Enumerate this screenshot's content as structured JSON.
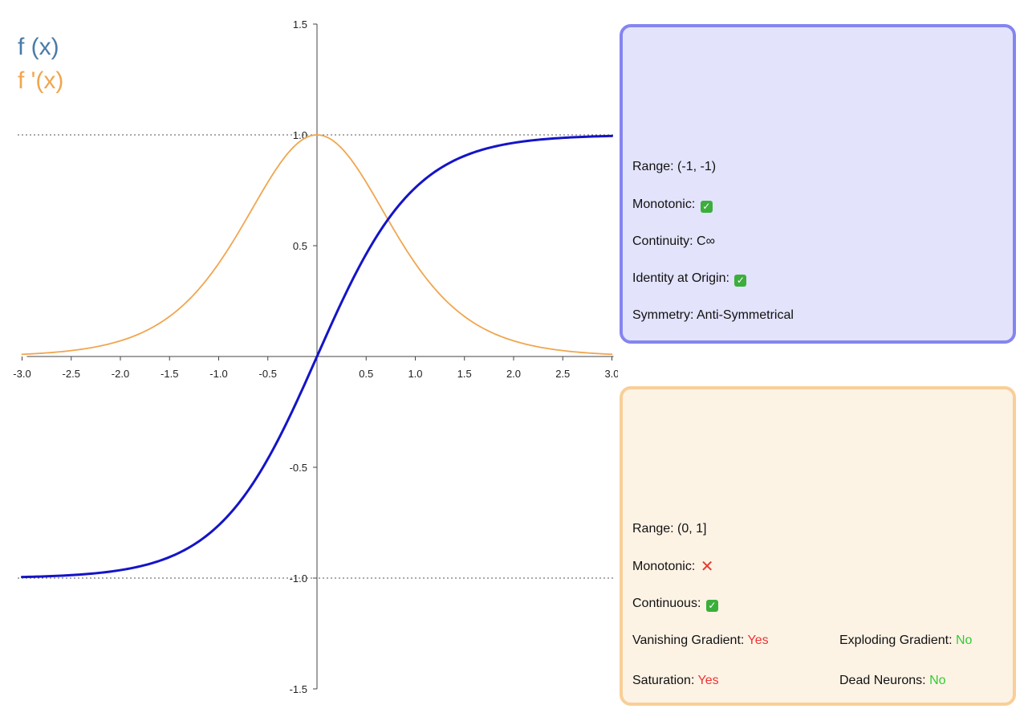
{
  "legend": {
    "f_label": "f (x)",
    "fprime_label": "f '(x)",
    "f_color": "#4a7ba6",
    "fprime_color": "#f0a64f"
  },
  "chart_data": {
    "type": "line",
    "function": "tanh",
    "xlim": [
      -3.0,
      3.0
    ],
    "ylim": [
      -1.5,
      1.5
    ],
    "x_ticks": [
      "-3.0",
      "-2.5",
      "-2.0",
      "-1.5",
      "-1.0",
      "-0.5",
      "0.5",
      "1.0",
      "1.5",
      "2.0",
      "2.5",
      "3.0"
    ],
    "y_ticks": [
      "1.5",
      "1.0",
      "0.5",
      "-0.5",
      "-1.0",
      "-1.5"
    ],
    "reference_lines": [
      1.0,
      -1.0
    ],
    "series": [
      {
        "name": "f (x)",
        "color": "#1414c8",
        "x": [
          -3.0,
          -2.5,
          -2.0,
          -1.5,
          -1.0,
          -0.5,
          0.0,
          0.5,
          1.0,
          1.5,
          2.0,
          2.5,
          3.0
        ],
        "y": [
          -0.995,
          -0.987,
          -0.964,
          -0.905,
          -0.762,
          -0.462,
          0.0,
          0.462,
          0.762,
          0.905,
          0.964,
          0.987,
          0.995
        ]
      },
      {
        "name": "f '(x)",
        "color": "#f0a64f",
        "x": [
          -3.0,
          -2.5,
          -2.0,
          -1.5,
          -1.0,
          -0.5,
          0.0,
          0.5,
          1.0,
          1.5,
          2.0,
          2.5,
          3.0
        ],
        "y": [
          0.01,
          0.027,
          0.071,
          0.181,
          0.42,
          0.786,
          1.0,
          0.786,
          0.42,
          0.181,
          0.071,
          0.027,
          0.01
        ]
      }
    ]
  },
  "f_panel": {
    "range": "Range: (-1, -1)",
    "monotonic": "Monotonic:",
    "continuity": "Continuity: C∞",
    "identity": "Identity at Origin:",
    "symmetry": "Symmetry: Anti-Symmetrical"
  },
  "fp_panel": {
    "range": "Range: (0, 1]",
    "monotonic": "Monotonic:",
    "continuous": "Continuous:",
    "vanishing_label": "Vanishing Gradient: ",
    "vanishing_value": "Yes",
    "exploding_label": "Exploding Gradient: ",
    "exploding_value": "No",
    "saturation_label": "Saturation: ",
    "saturation_value": "Yes",
    "dead_label": "Dead Neurons: ",
    "dead_value": "No"
  }
}
